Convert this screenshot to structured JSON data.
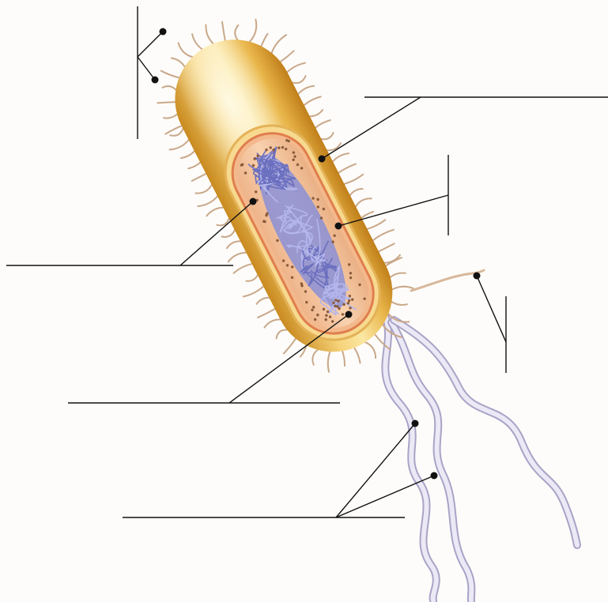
{
  "diagram": {
    "subject": "prokaryotic-bacterial-cell",
    "colors": {
      "background": "#fdfcfa",
      "capsule_light": "#fbe7a3",
      "capsule_mid": "#e9b64b",
      "capsule_dark": "#c98a1f",
      "cell_wall": "#f2c97a",
      "membrane": "#e8935a",
      "cytoplasm": "#f4c7a0",
      "nucleoid": "#8a8fd6",
      "nucleoid_dark": "#6b6fbf",
      "ribosome": "#8a5a3a",
      "pili": "#c9a88a",
      "flagella": "#d9d4ec",
      "flagella_edge": "#a9a3c6",
      "leader_line": "#111111",
      "pointer_dot": "#111111"
    },
    "labels": [
      {
        "id": "pili",
        "text": ""
      },
      {
        "id": "cell-wall",
        "text": ""
      },
      {
        "id": "nucleoid",
        "text": ""
      },
      {
        "id": "plasma-membrane",
        "text": ""
      },
      {
        "id": "fimbria",
        "text": ""
      },
      {
        "id": "ribosomes",
        "text": ""
      },
      {
        "id": "flagella",
        "text": ""
      }
    ]
  }
}
